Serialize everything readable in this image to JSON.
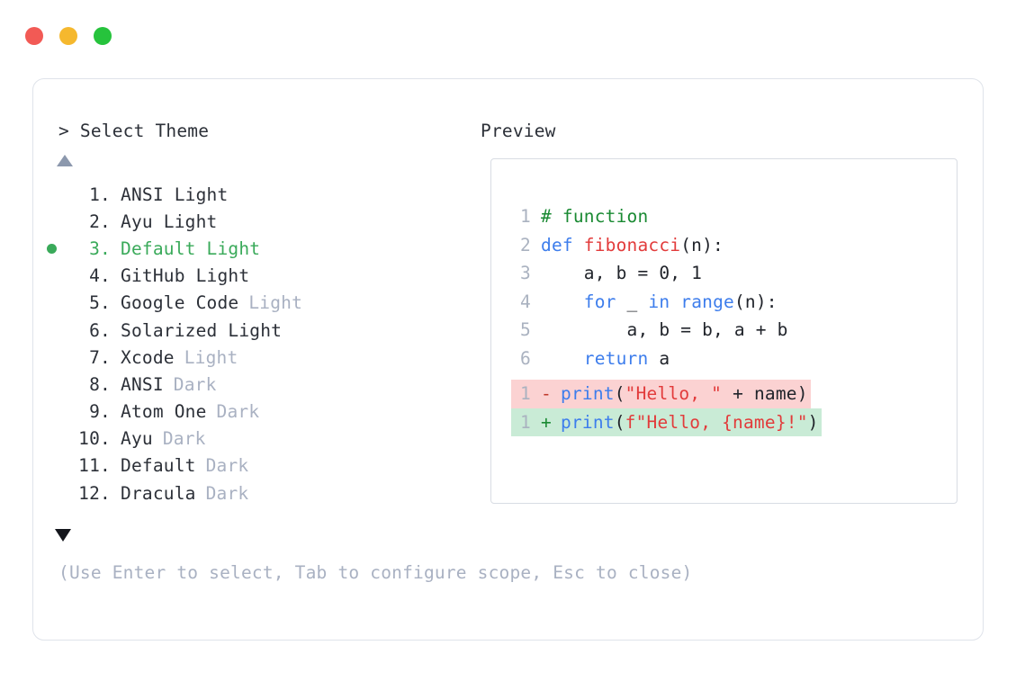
{
  "window": {
    "buttons": [
      {
        "name": "close",
        "color": "#f25a55"
      },
      {
        "name": "minimize",
        "color": "#f5b82e"
      },
      {
        "name": "maximize",
        "color": "#26c33c"
      }
    ]
  },
  "prompt": {
    "left_header": "> Select Theme",
    "right_header": "Preview"
  },
  "scroll": {
    "up_indicator": "▲",
    "down_indicator": "▼"
  },
  "theme_list": {
    "selected_index": 3,
    "selected_color": "#3aaa5a",
    "tag_color": "#a9b1c2",
    "items": [
      {
        "index": "1.",
        "name": "ANSI Light",
        "tag": "",
        "selected": false
      },
      {
        "index": "2.",
        "name": "Ayu Light",
        "tag": "",
        "selected": false
      },
      {
        "index": "3.",
        "name": "Default Light",
        "tag": "",
        "selected": true
      },
      {
        "index": "4.",
        "name": "GitHub Light",
        "tag": "",
        "selected": false
      },
      {
        "index": "5.",
        "name": "Google Code",
        "tag": "Light",
        "selected": false
      },
      {
        "index": "6.",
        "name": "Solarized Light",
        "tag": "",
        "selected": false
      },
      {
        "index": "7.",
        "name": "Xcode",
        "tag": "Light",
        "selected": false
      },
      {
        "index": "8.",
        "name": "ANSI",
        "tag": "Dark",
        "selected": false
      },
      {
        "index": "9.",
        "name": "Atom One",
        "tag": "Dark",
        "selected": false
      },
      {
        "index": "10.",
        "name": "Ayu",
        "tag": "Dark",
        "selected": false
      },
      {
        "index": "11.",
        "name": "Default",
        "tag": "Dark",
        "selected": false
      },
      {
        "index": "12.",
        "name": "Dracula",
        "tag": "Dark",
        "selected": false
      }
    ]
  },
  "preview": {
    "code_lines": [
      {
        "ln": "1",
        "tokens": [
          {
            "t": "# function",
            "c": "comment"
          }
        ]
      },
      {
        "ln": "2",
        "tokens": [
          {
            "t": "def ",
            "c": "keyword"
          },
          {
            "t": "fibonacci",
            "c": "func"
          },
          {
            "t": "(n):",
            "c": "plain"
          }
        ]
      },
      {
        "ln": "3",
        "tokens": [
          {
            "t": "    a, b = 0, 1",
            "c": "plain"
          }
        ]
      },
      {
        "ln": "4",
        "tokens": [
          {
            "t": "    ",
            "c": "plain"
          },
          {
            "t": "for",
            "c": "keyword"
          },
          {
            "t": " _ ",
            "c": "plain"
          },
          {
            "t": "in",
            "c": "keyword"
          },
          {
            "t": " ",
            "c": "plain"
          },
          {
            "t": "range",
            "c": "keyword"
          },
          {
            "t": "(n):",
            "c": "plain"
          }
        ]
      },
      {
        "ln": "5",
        "tokens": [
          {
            "t": "        a, b = b, a + b",
            "c": "plain"
          }
        ]
      },
      {
        "ln": "6",
        "tokens": [
          {
            "t": "    ",
            "c": "plain"
          },
          {
            "t": "return",
            "c": "keyword"
          },
          {
            "t": " a",
            "c": "plain"
          }
        ]
      }
    ],
    "diff_lines": [
      {
        "ln": "1",
        "sign": "-",
        "kind": "removed",
        "tokens": [
          {
            "t": "print",
            "c": "keyword"
          },
          {
            "t": "(",
            "c": "plain"
          },
          {
            "t": "\"Hello, \"",
            "c": "string"
          },
          {
            "t": " + name)",
            "c": "plain"
          }
        ]
      },
      {
        "ln": "1",
        "sign": "+",
        "kind": "added",
        "tokens": [
          {
            "t": "print",
            "c": "keyword"
          },
          {
            "t": "(",
            "c": "plain"
          },
          {
            "t": "f\"Hello, {name}!\"",
            "c": "string"
          },
          {
            "t": ")",
            "c": "plain"
          }
        ]
      }
    ],
    "diff_removed_bg": "#fbd2d2",
    "diff_added_bg": "#c9ebd6"
  },
  "footer": {
    "hint": "(Use Enter to select, Tab to configure scope, Esc to close)"
  }
}
